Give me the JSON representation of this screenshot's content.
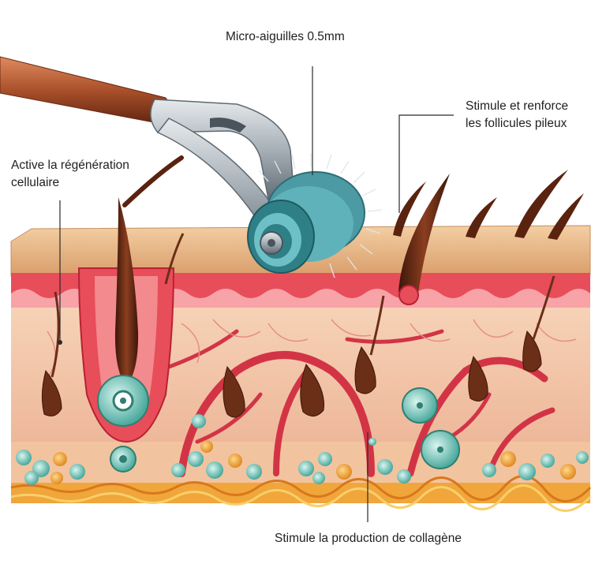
{
  "labels": {
    "needles": "Micro-aiguilles 0.5mm",
    "follicles_line1": "Stimule et renforce",
    "follicles_line2": "les follicules pileux",
    "regeneration_line1": "Active la régénération",
    "regeneration_line2": "cellulaire",
    "collagen": "Stimule la production de collagène"
  },
  "icons": {
    "roller": "derma-roller-icon",
    "hair": "hair-follicle-icon",
    "cell": "cell-icon"
  },
  "colors": {
    "epidermis_top": "#e9b98a",
    "epidermis_red": "#e84d5a",
    "dermis": "#f4c6a8",
    "vessel": "#c8283a",
    "follicle_brown": "#6b2e17",
    "cell_teal": "#7fcfc4",
    "fat_orange": "#f0a63a",
    "roller_steel": "#9aa4ab",
    "handle": "#a9502a"
  }
}
